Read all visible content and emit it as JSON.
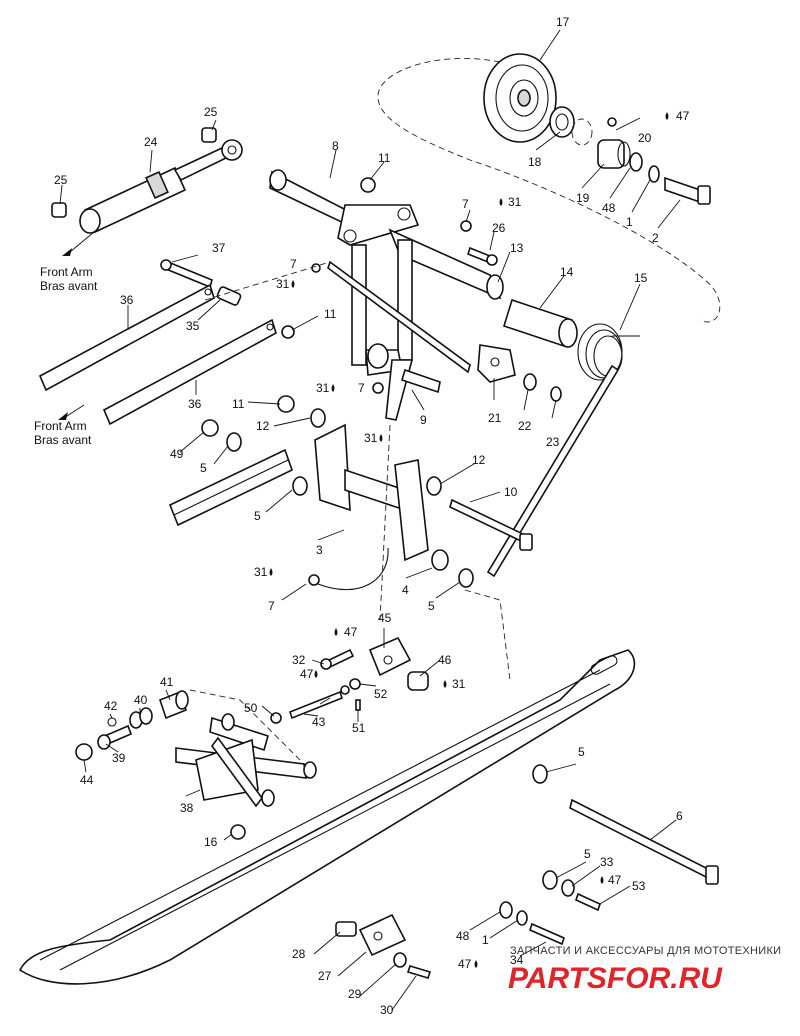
{
  "callouts": {
    "c1": "1",
    "c1b": "1",
    "c2": "2",
    "c3": "3",
    "c4": "4",
    "c5a": "5",
    "c5b": "5",
    "c5c": "5",
    "c5d": "5",
    "c5e": "5",
    "c6": "6",
    "c7a": "7",
    "c7b": "7",
    "c7c": "7",
    "c8": "8",
    "c9": "9",
    "c10": "10",
    "c11a": "11",
    "c11b": "11",
    "c11c": "11",
    "c12a": "12",
    "c12b": "12",
    "c13": "13",
    "c14": "14",
    "c15": "15",
    "c16": "16",
    "c17": "17",
    "c18": "18",
    "c19": "19",
    "c20": "20",
    "c21": "21",
    "c22": "22",
    "c23": "23",
    "c24": "24",
    "c25a": "25",
    "c25b": "25",
    "c26": "26",
    "c27": "27",
    "c28": "28",
    "c29": "29",
    "c30": "30",
    "c31a": "31",
    "c31b": "31",
    "c31c": "31",
    "c31d": "31",
    "c31e": "31",
    "c31f": "31",
    "c32": "32",
    "c33": "33",
    "c34": "34",
    "c35": "35",
    "c36a": "36",
    "c36b": "36",
    "c37": "37",
    "c38": "38",
    "c39": "39",
    "c40": "40",
    "c41": "41",
    "c42": "42",
    "c43": "43",
    "c44": "44",
    "c45": "45",
    "c46": "46",
    "c47a": "47",
    "c47b": "47",
    "c47c": "47",
    "c47d": "47",
    "c47e": "47",
    "c48a": "48",
    "c48b": "48",
    "c49": "49",
    "c50": "50",
    "c51": "51",
    "c52": "52",
    "c53": "53"
  },
  "labels": {
    "front_arm_1_en": "Front Arm",
    "front_arm_1_fr": "Bras avant",
    "front_arm_2_en": "Front Arm",
    "front_arm_2_fr": "Bras avant"
  },
  "watermark": {
    "tagline": "ЗАПЧАСТИ И АКСЕССУАРЫ ДЛЯ МОТОТЕХНИКИ",
    "logo": "PARTSFOR.RU"
  },
  "colors": {
    "line": "#111111",
    "watermark_red": "#e0242a"
  }
}
